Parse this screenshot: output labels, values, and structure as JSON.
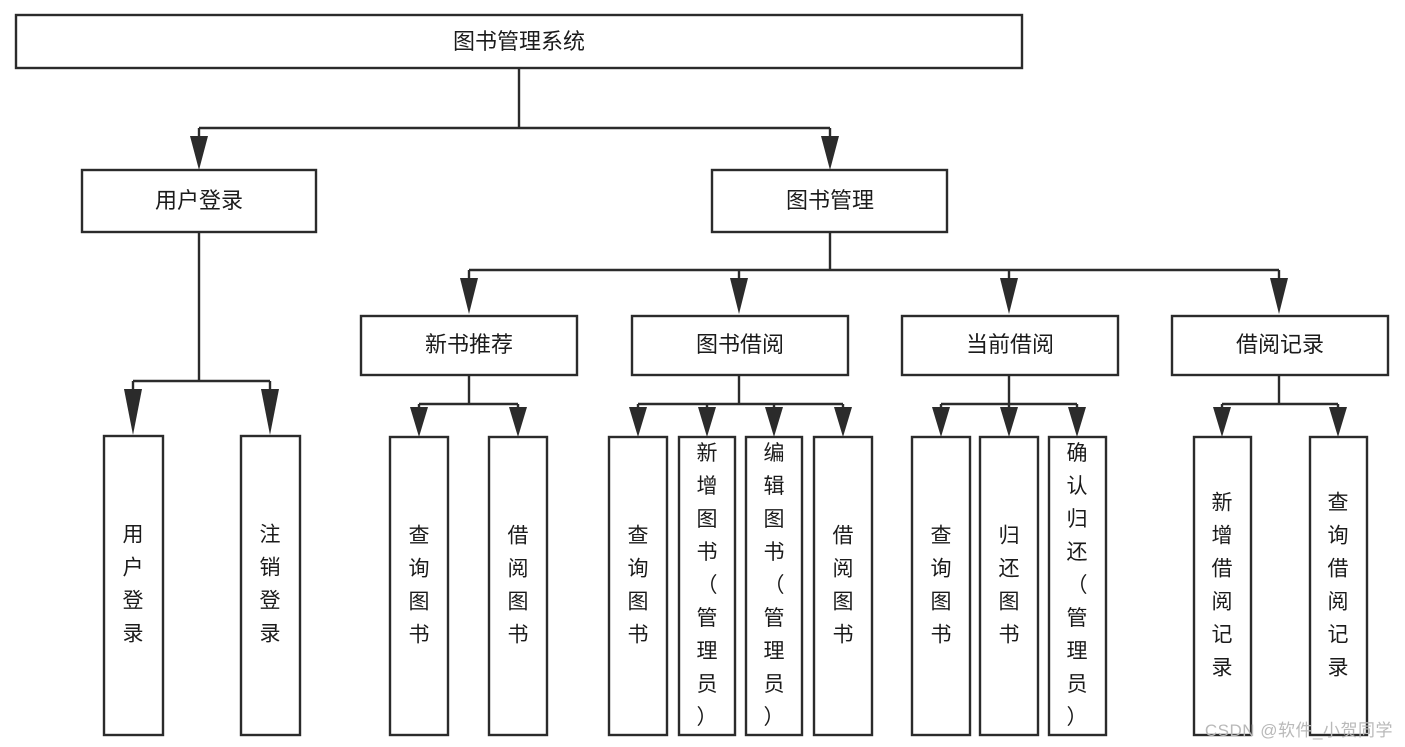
{
  "diagram": {
    "type": "tree-hierarchy-diagram",
    "title": "图书管理系统",
    "background_color": "#ffffff",
    "line_color": "#2b2b2b",
    "text_color": "#1b1b1b",
    "levels": {
      "root": {
        "label": "图书管理系统"
      },
      "level2": [
        {
          "id": "user-login",
          "label": "用户登录"
        },
        {
          "id": "book-management",
          "label": "图书管理"
        }
      ],
      "level3": [
        {
          "id": "new-book-recommend",
          "label": "新书推荐"
        },
        {
          "id": "book-borrow",
          "label": "图书借阅"
        },
        {
          "id": "current-borrow",
          "label": "当前借阅"
        },
        {
          "id": "borrow-record",
          "label": "借阅记录"
        }
      ],
      "leaves": {
        "user_login": [
          {
            "id": "leaf-user-login",
            "label": "用户登录"
          },
          {
            "id": "leaf-logout-login",
            "label": "注销登录"
          }
        ],
        "new_book_recommend": [
          {
            "id": "leaf-query-book-1",
            "label": "查询图书"
          },
          {
            "id": "leaf-borrow-book-1",
            "label": "借阅图书"
          }
        ],
        "book_borrow": [
          {
            "id": "leaf-query-book-2",
            "label": "查询图书"
          },
          {
            "id": "leaf-add-book",
            "label": "新增图书（管理员）"
          },
          {
            "id": "leaf-edit-book",
            "label": "编辑图书（管理员）"
          },
          {
            "id": "leaf-borrow-book-2",
            "label": "借阅图书"
          }
        ],
        "current_borrow": [
          {
            "id": "leaf-query-book-3",
            "label": "查询图书"
          },
          {
            "id": "leaf-return-book",
            "label": "归还图书"
          },
          {
            "id": "leaf-confirm-return",
            "label": "确认归还（管理员）"
          }
        ],
        "borrow_record": [
          {
            "id": "leaf-add-record",
            "label": "新增借阅记录"
          },
          {
            "id": "leaf-query-record",
            "label": "查询借阅记录"
          }
        ]
      }
    }
  },
  "watermark": {
    "text": "CSDN @软件_小贺同学"
  }
}
